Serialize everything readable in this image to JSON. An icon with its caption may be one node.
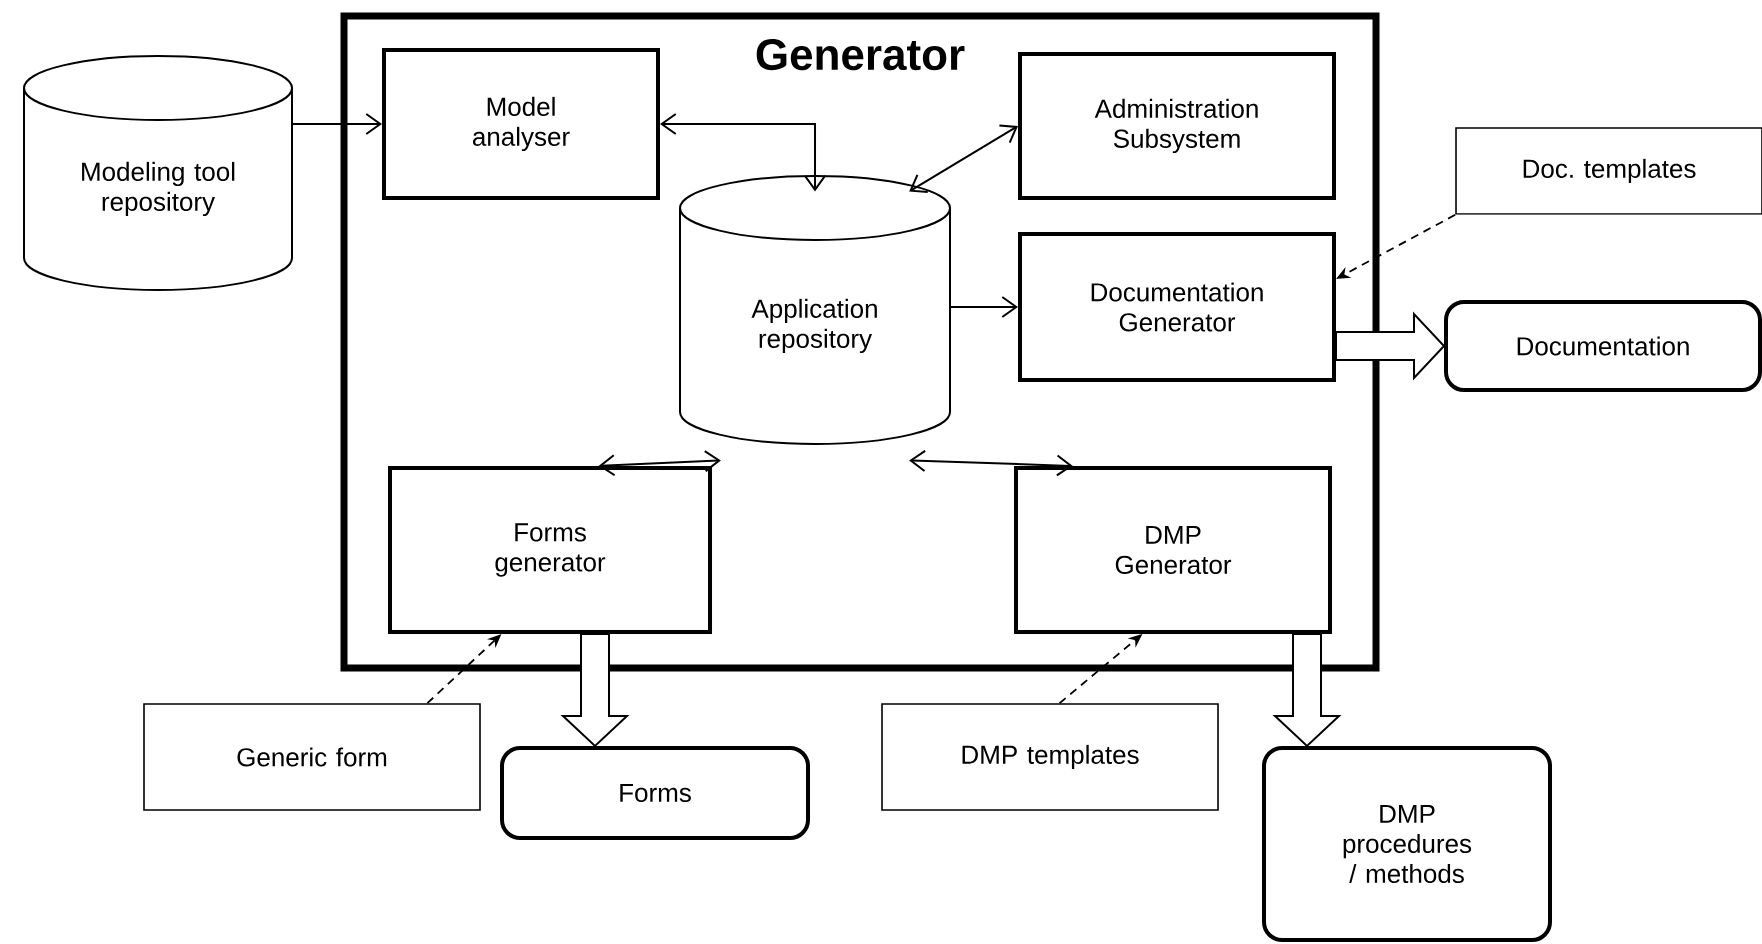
{
  "diagram": {
    "nodes": [
      {
        "text": [
          "Generator"
        ]
      },
      {
        "text": [
          "Modeling tool repository"
        ]
      },
      {
        "text": [
          "Model analyser"
        ],
        "in": 0
      },
      {
        "text": [
          "Administration Subsystem"
        ],
        "in": 0
      },
      {
        "text": [
          "Application repository"
        ],
        "in": 0
      },
      {
        "text": [
          "Documentation Generator"
        ],
        "in": 0
      },
      {
        "text": [
          "Doc. templates"
        ]
      },
      {
        "text": [
          "Documentation"
        ]
      },
      {
        "text": [
          "Forms generator"
        ],
        "in": 0
      },
      {
        "text": [
          "DMP Generator"
        ],
        "in": 0
      },
      {
        "text": [
          "Generic form"
        ]
      },
      {
        "text": [
          "Forms"
        ]
      },
      {
        "text": [
          "DMP templates"
        ]
      },
      {
        "text": [
          "DMP procedures / methods"
        ]
      }
    ],
    "edges": [
      {
        "from": 1,
        "to": 2,
        "arrow": "to"
      },
      {
        "from": 2,
        "to": 4,
        "arrow": "both"
      },
      {
        "from": 4,
        "to": 3,
        "arrow": "both"
      },
      {
        "from": 4,
        "to": 5,
        "arrow": "to"
      },
      {
        "from": 6,
        "to": 5,
        "arrow": "to",
        "style": "dashed"
      },
      {
        "from": 5,
        "to": 7,
        "arrow": "to",
        "style": "thick"
      },
      {
        "from": 4,
        "to": 8,
        "arrow": "both"
      },
      {
        "from": 4,
        "to": 9,
        "arrow": "both"
      },
      {
        "from": 8,
        "to": 11,
        "arrow": "to",
        "style": "thick"
      },
      {
        "from": 9,
        "to": 13,
        "arrow": "to",
        "style": "thick"
      },
      {
        "from": 10,
        "to": 8,
        "arrow": "to",
        "style": "dashed"
      },
      {
        "from": 12,
        "to": 9,
        "arrow": "to",
        "style": "dashed"
      }
    ]
  }
}
